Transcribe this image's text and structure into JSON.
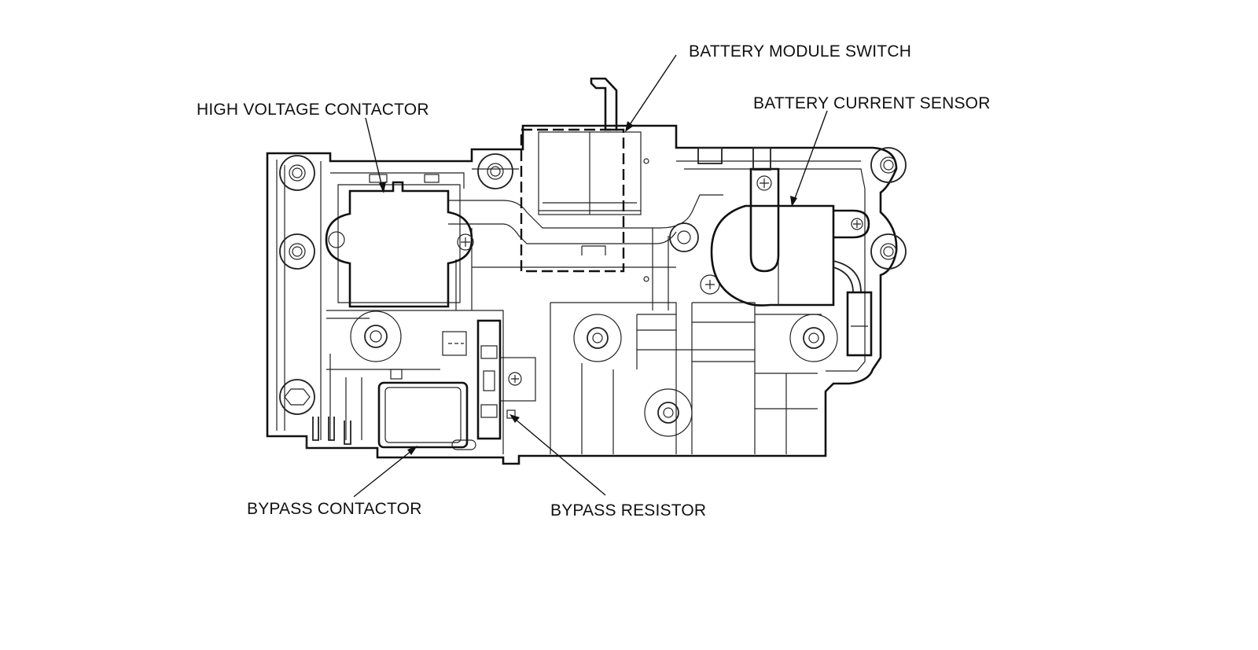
{
  "labels": {
    "battery_module_switch": "BATTERY MODULE SWITCH",
    "high_voltage_contactor": "HIGH VOLTAGE CONTACTOR",
    "battery_current_sensor": "BATTERY CURRENT SENSOR",
    "bypass_contactor": "BYPASS CONTACTOR",
    "bypass_resistor": "BYPASS RESISTOR"
  }
}
